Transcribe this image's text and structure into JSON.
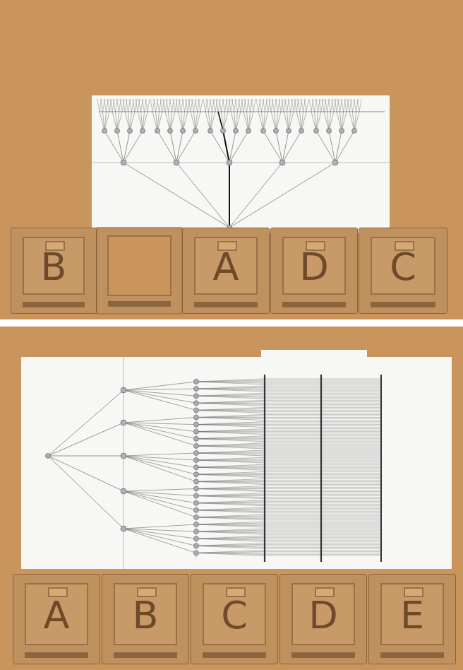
{
  "diagram": {
    "nodes": [
      {
        "text": [
          "B"
        ]
      },
      {
        "text": [
          "A"
        ]
      },
      {
        "text": [
          "D"
        ]
      },
      {
        "text": [
          "C"
        ]
      },
      {
        "text": [
          "A"
        ]
      },
      {
        "text": [
          "B"
        ]
      },
      {
        "text": [
          "C"
        ]
      },
      {
        "text": [
          "D"
        ]
      },
      {
        "text": [
          "E"
        ]
      }
    ]
  }
}
